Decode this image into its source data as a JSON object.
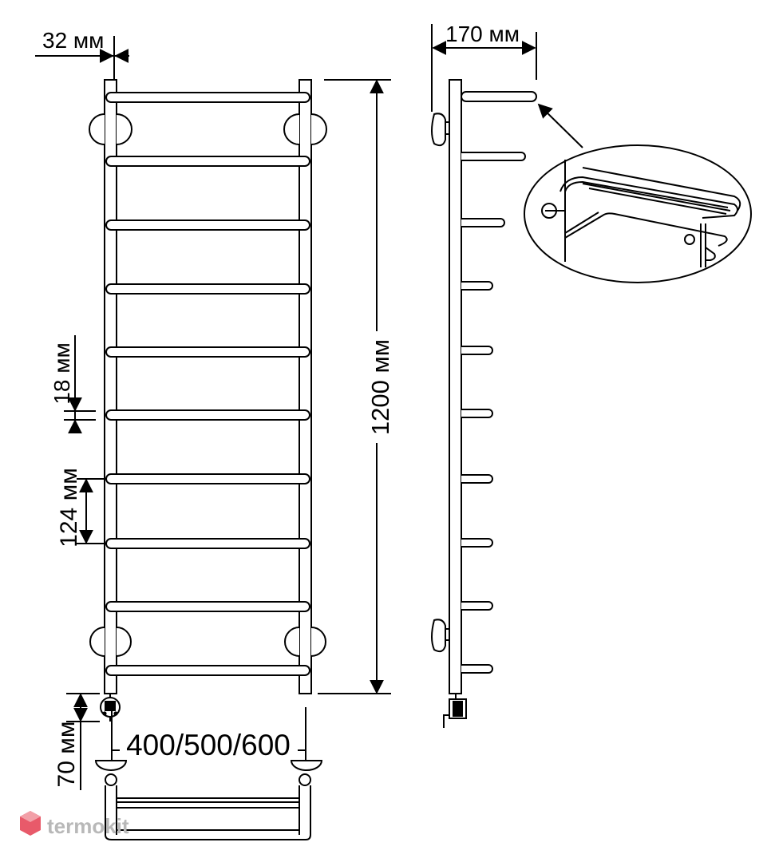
{
  "dimensions": {
    "tube_spacing": "32 мм",
    "depth": "170 мм",
    "height": "1200 мм",
    "rung_diameter": "18 мм",
    "rung_pitch": "124 мм",
    "connector_offset": "70 мм",
    "width": "400/500/600"
  },
  "watermark": {
    "text": "termokit",
    "color": "#e85a6a"
  },
  "colors": {
    "line": "#000000",
    "background": "#ffffff",
    "watermark_text": "#b8b8b8"
  },
  "icons": [
    "electric-heater-icon",
    "wall-mount-icon",
    "brand-logo-icon"
  ]
}
